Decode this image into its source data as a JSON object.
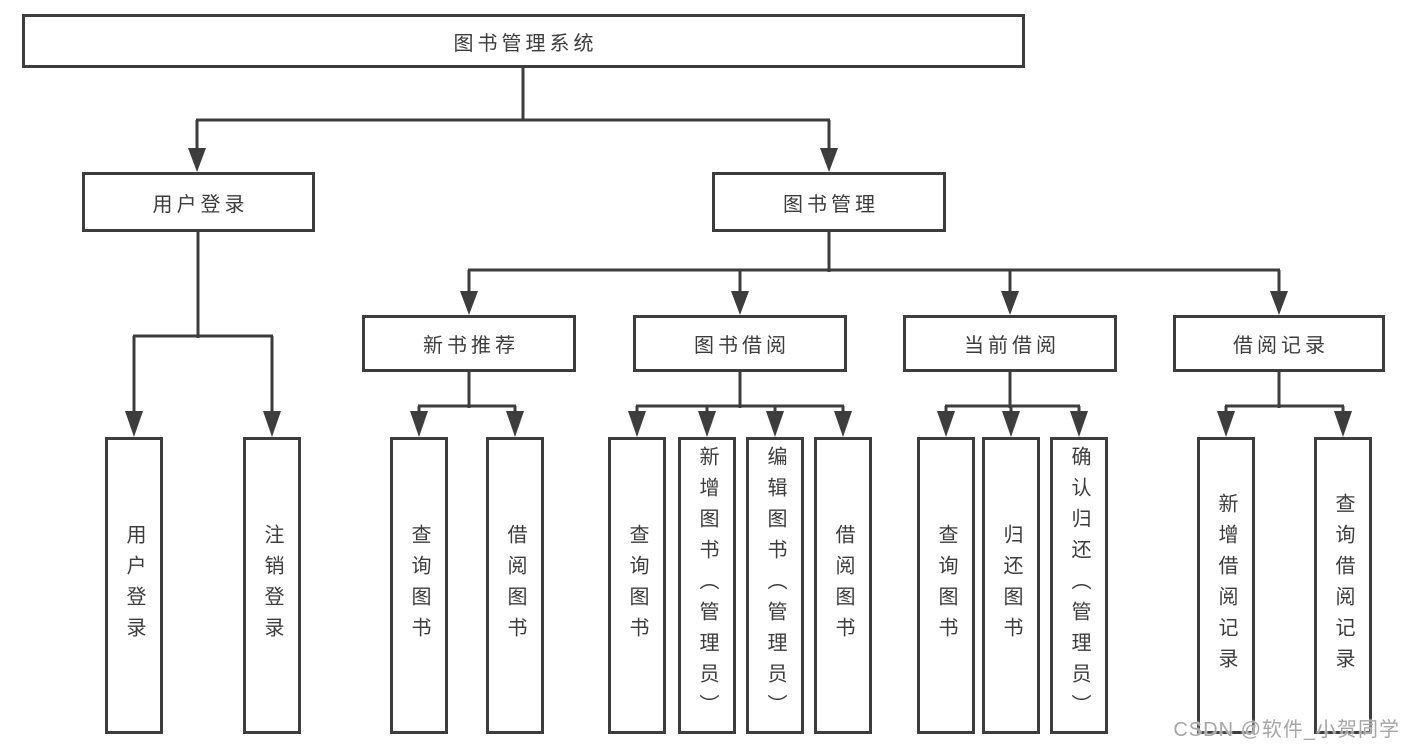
{
  "diagram_title": "图书管理系统",
  "nodes": {
    "root": {
      "label": "图书管理系统"
    },
    "user_login": {
      "label": "用户登录"
    },
    "book_mgmt": {
      "label": "图书管理"
    },
    "new_book_rec": {
      "label": "新书推荐"
    },
    "book_borrow": {
      "label": "图书借阅"
    },
    "current_borrow": {
      "label": "当前借阅"
    },
    "borrow_records": {
      "label": "借阅记录"
    },
    "leaf_user_login": {
      "label": "用户登录"
    },
    "leaf_logout": {
      "label": "注销登录"
    },
    "leaf_rec_query_book": {
      "label": "查询图书"
    },
    "leaf_rec_borrow_book": {
      "label": "借阅图书"
    },
    "leaf_bb_query_book": {
      "label": "查询图书"
    },
    "leaf_bb_add_book": {
      "label": "新增图书（管理员）"
    },
    "leaf_bb_edit_book": {
      "label": "编辑图书（管理员）"
    },
    "leaf_bb_borrow_book": {
      "label": "借阅图书"
    },
    "leaf_cb_query_book": {
      "label": "查询图书"
    },
    "leaf_cb_return_book": {
      "label": "归还图书"
    },
    "leaf_cb_confirm_return": {
      "label": "确认归还（管理员）"
    },
    "leaf_br_add_record": {
      "label": "新增借阅记录"
    },
    "leaf_br_query_record": {
      "label": "查询借阅记录"
    }
  },
  "edges": [
    {
      "from": "图书管理系统",
      "to": "用户登录"
    },
    {
      "from": "图书管理系统",
      "to": "图书管理"
    },
    {
      "from": "用户登录",
      "to": "用户登录"
    },
    {
      "from": "用户登录",
      "to": "注销登录"
    },
    {
      "from": "图书管理",
      "to": "新书推荐"
    },
    {
      "from": "图书管理",
      "to": "图书借阅"
    },
    {
      "from": "图书管理",
      "to": "当前借阅"
    },
    {
      "from": "图书管理",
      "to": "借阅记录"
    },
    {
      "from": "新书推荐",
      "to": "查询图书"
    },
    {
      "from": "新书推荐",
      "to": "借阅图书"
    },
    {
      "from": "图书借阅",
      "to": "查询图书"
    },
    {
      "from": "图书借阅",
      "to": "新增图书（管理员）"
    },
    {
      "from": "图书借阅",
      "to": "编辑图书（管理员）"
    },
    {
      "from": "图书借阅",
      "to": "借阅图书"
    },
    {
      "from": "当前借阅",
      "to": "查询图书"
    },
    {
      "from": "当前借阅",
      "to": "归还图书"
    },
    {
      "from": "当前借阅",
      "to": "确认归还（管理员）"
    },
    {
      "from": "借阅记录",
      "to": "新增借阅记录"
    },
    {
      "from": "借阅记录",
      "to": "查询借阅记录"
    }
  ],
  "watermark": {
    "text": "CSDN @软件_小贺同学"
  },
  "colors": {
    "line": "#3d3d3d",
    "text": "#3c3c3c",
    "background": "#ffffff",
    "watermark": "#a6a6a6"
  }
}
